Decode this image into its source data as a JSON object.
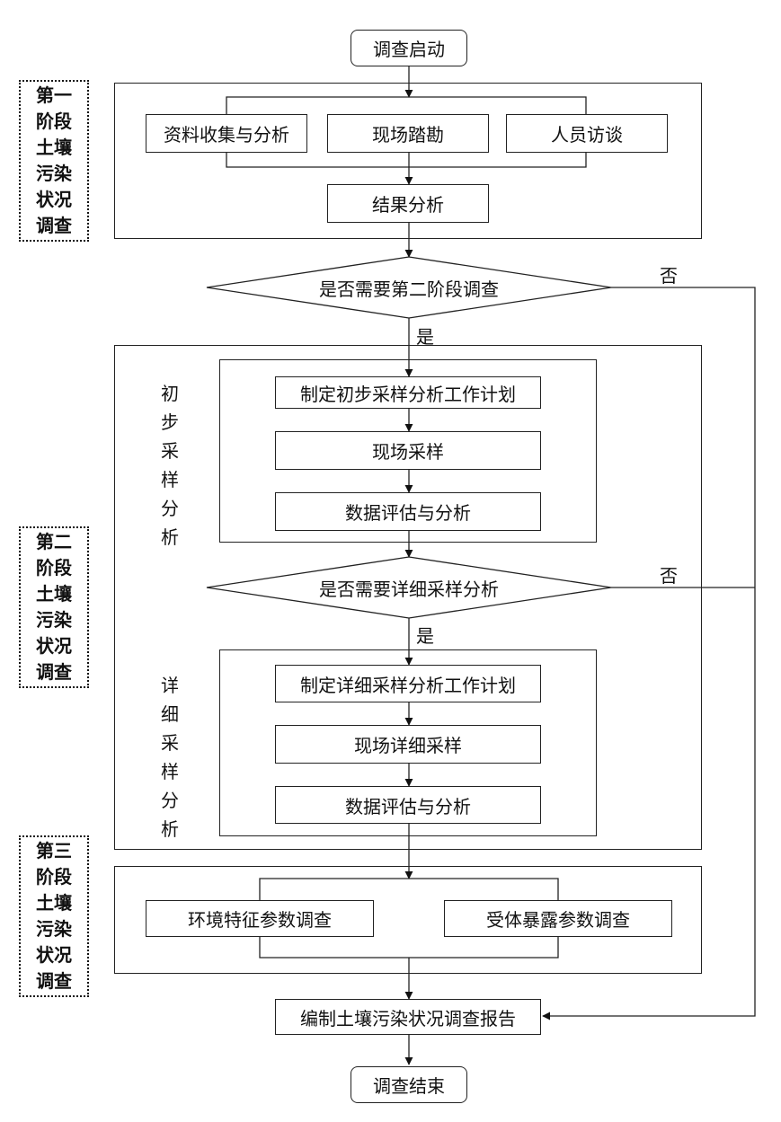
{
  "start": {
    "label": "调查启动"
  },
  "end": {
    "label": "调查结束"
  },
  "stages": {
    "stage1": "第一阶段土壤污染状况调查",
    "stage2": "第二阶段土壤污染状况调查",
    "stage3": "第三阶段土壤污染状况调查"
  },
  "phase1": {
    "data_collection": "资料收集与分析",
    "site_survey": "现场踏勘",
    "interviews": "人员访谈",
    "result_analysis": "结果分析"
  },
  "decision1": {
    "question": "是否需要第二阶段调查",
    "yes": "是",
    "no": "否"
  },
  "preliminary": {
    "side_label": "初步采样分析",
    "plan": "制定初步采样分析工作计划",
    "sampling": "现场采样",
    "evaluation": "数据评估与分析"
  },
  "decision2": {
    "question": "是否需要详细采样分析",
    "yes": "是",
    "no": "否"
  },
  "detailed": {
    "side_label": "详细采样分析",
    "plan": "制定详细采样分析工作计划",
    "sampling": "现场详细采样",
    "evaluation": "数据评估与分析"
  },
  "phase3": {
    "env_params": "环境特征参数调查",
    "receptor_params": "受体暴露参数调查"
  },
  "report": {
    "label": "编制土壤污染状况调查报告"
  }
}
